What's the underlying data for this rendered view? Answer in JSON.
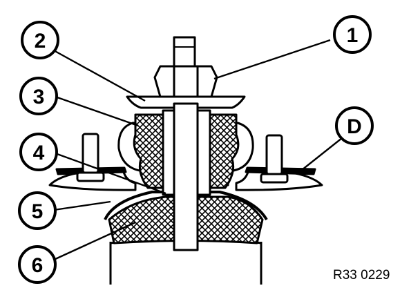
{
  "figure": {
    "part_code": "R33 0229",
    "ink_color": "#000000",
    "paper_color": "#ffffff",
    "rubber_fill": "hatched",
    "callouts": [
      {
        "label": "1",
        "part": "top-nut"
      },
      {
        "label": "2",
        "part": "washer-plate"
      },
      {
        "label": "3",
        "part": "upper-rubber-bushing"
      },
      {
        "label": "4",
        "part": "spacer-sleeve"
      },
      {
        "label": "5",
        "part": "lower-support-cup"
      },
      {
        "label": "6",
        "part": "lower-rubber-bushing"
      },
      {
        "label": "D",
        "part": "mounting-plate"
      }
    ]
  }
}
